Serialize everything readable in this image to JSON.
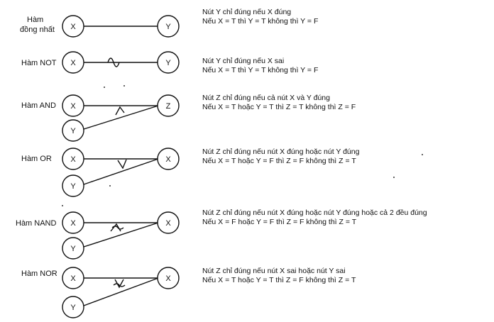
{
  "rows": [
    {
      "label": [
        "Hàm",
        "đồng nhất"
      ],
      "in1": "X",
      "in2": null,
      "out": "Y",
      "symbol": "none",
      "desc1": "Nút Y chỉ đúng nếu X đúng",
      "desc2": "Nếu X = T thì Y = T không thì Y = F"
    },
    {
      "label": [
        "Hàm NOT"
      ],
      "in1": "X",
      "in2": null,
      "out": "Y",
      "symbol": "tilde",
      "desc1": "Nút Y chỉ đúng nếu X sai",
      "desc2": "Nếu X = T thì Y = T không thì Y = F"
    },
    {
      "label": [
        "Hàm AND"
      ],
      "in1": "X",
      "in2": "Y",
      "out": "Z",
      "symbol": "and",
      "desc1": "Nút Z chỉ đúng nếu cả nút X và Y đúng",
      "desc2": "Nếu X = T hoặc Y = T thì Z = T không thì Z = F"
    },
    {
      "label": [
        "Hàm OR"
      ],
      "in1": "X",
      "in2": "Y",
      "out": "X",
      "symbol": "or",
      "desc1": "Nút Z chỉ đúng nếu nút X đúng hoặc nút Y đúng",
      "desc2": "Nếu X = T hoặc Y = F thì Z = F không thì Z = T"
    },
    {
      "label": [
        "Hàm NAND"
      ],
      "in1": "X",
      "in2": "Y",
      "out": "X",
      "symbol": "nand",
      "desc1": "Nút Z chỉ đúng nếu nút X đúng hoặc nút Y đúng hoặc cả 2 đều đúng",
      "desc2": "Nếu X = F hoặc Y = F thì Z = F không thì Z = T"
    },
    {
      "label": [
        "Hàm NOR"
      ],
      "in1": "X",
      "in2": "Y",
      "out": "X",
      "symbol": "nor",
      "desc1": "Nút Z chỉ đúng nếu nút X sai hoặc nút Y sai",
      "desc2": "Nếu X = T hoặc Y = T thì Z = F không thì Z = T"
    }
  ]
}
